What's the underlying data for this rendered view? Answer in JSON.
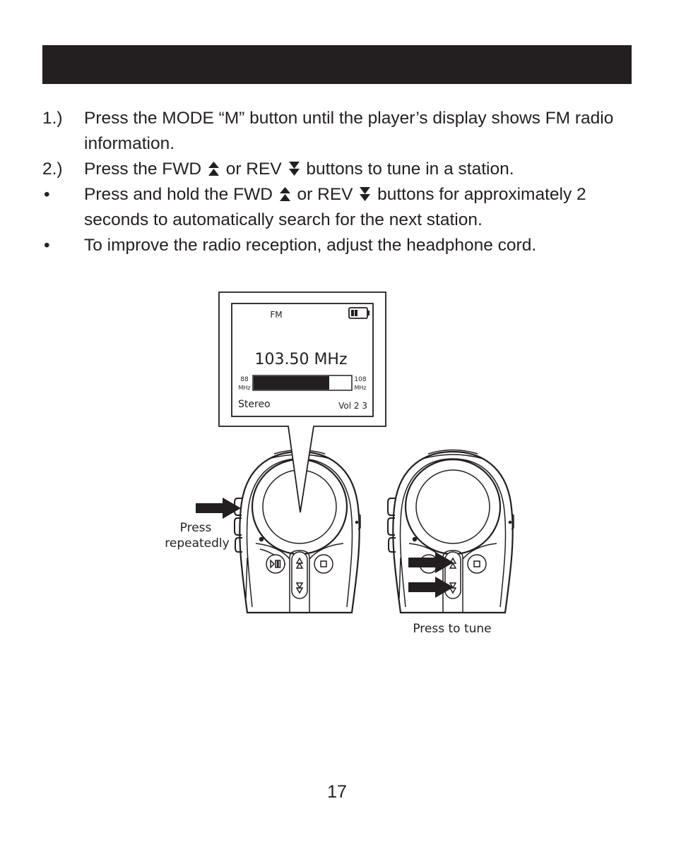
{
  "instructions": [
    {
      "marker": "1.)",
      "parts": [
        "Press the MODE “M” button until the player’s display shows FM radio information."
      ]
    },
    {
      "marker": "2.)",
      "parts": [
        "Press the FWD",
        "or REV",
        "buttons to tune in a station."
      ]
    },
    {
      "marker": "•",
      "parts": [
        "Press and hold the FWD",
        "or REV",
        "buttons for approximately 2 seconds to automatically search for the next station."
      ]
    },
    {
      "marker": "•",
      "parts": [
        "To improve the radio reception, adjust the headphone cord."
      ]
    }
  ],
  "display": {
    "band": "FM",
    "frequency": "103.50 MHz",
    "scale_min": "88",
    "scale_max": "108",
    "scale_unit": "MHz",
    "tuning_level": 0.775,
    "audio_mode": "Stereo",
    "volume": "Vol 2 3"
  },
  "callouts": {
    "left": "Press repeatedly",
    "right": "Press to tune"
  },
  "icons": {
    "forward": "double-up-arrow-icon",
    "reverse": "double-down-arrow-icon"
  },
  "page_number": "17"
}
